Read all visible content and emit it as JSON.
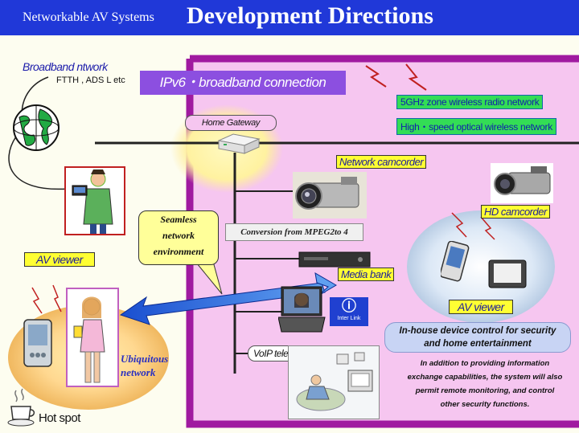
{
  "header": {
    "subtitle": "Networkable AV Systems",
    "title": "Development Directions",
    "bg_color": "#2038d8"
  },
  "broadband": {
    "label": "Broadband ntwork",
    "sub": "FTTH , ADS L etc"
  },
  "ipv6_banner": "IPv6・broadband connection",
  "wireless": {
    "radio": "5GHz zone wireless radio network",
    "optical": "High・speed optical wireless network"
  },
  "home_gateway": "Home Gateway",
  "devices": {
    "network_camcorder": "Network camcorder",
    "hd_camcorder": "HD camcorder",
    "media_bank": "Media bank",
    "av_viewer_left": "AV viewer",
    "av_viewer_right": "AV viewer",
    "voip": "VoIP telephone",
    "interlink": "Inter Link"
  },
  "conversion": "Conversion from MPEG2to 4",
  "seamless": [
    "Seamless",
    "network",
    "environment"
  ],
  "ubiquitous": [
    "Ubiquitous",
    "network"
  ],
  "inhouse": [
    "In-house device control for security",
    "and home entertainment"
  ],
  "description": [
    "In addition to providing information",
    "exchange capabilities, the system will also",
    "permit remote monitoring, and control",
    "other security functions."
  ],
  "hotspot": "Hot spot",
  "colors": {
    "house_fill": "#f6c6f0",
    "house_border": "#a01aa0",
    "label_yellow": "#ffff33",
    "label_green": "#33dd55",
    "arrow_blue": "#3070d8",
    "ipv6_purple": "#8c4fe0"
  }
}
